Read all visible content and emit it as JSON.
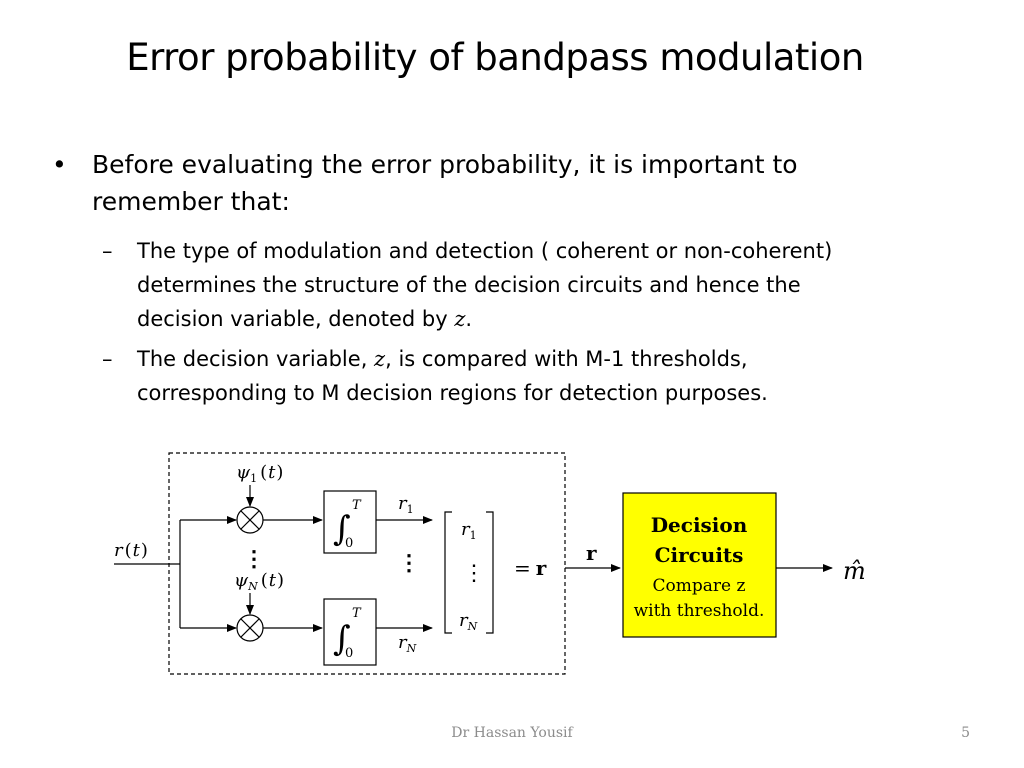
{
  "slide": {
    "title": "Error probability of bandpass modulation",
    "bullet_main": {
      "marker": "•",
      "text": "Before evaluating the error probability, it is important to remember that:"
    },
    "sub_bullets": [
      {
        "marker": "–",
        "text_before": "The type of modulation and detection ( coherent or non-coherent) determines the structure of the decision circuits and hence the decision variable, denoted by ",
        "var": "z",
        "text_after": "."
      },
      {
        "marker": "–",
        "text_before": "The decision variable,  ",
        "var": "z",
        "text_after": ",  is compared with M-1 thresholds, corresponding to M decision regions for detection purposes."
      }
    ],
    "footer_author": "Dr Hassan Yousif",
    "page_number": "5"
  },
  "diagram": {
    "input": {
      "sym": "r",
      "paren_open": "(",
      "arg": "t",
      "paren_close": ")"
    },
    "basis_top": {
      "sym": "ψ",
      "sub": "1",
      "paren_open": "(",
      "arg": "t",
      "paren_close": ")"
    },
    "basis_bottom": {
      "sym": "ψ",
      "sub": "N",
      "paren_open": "(",
      "arg": "t",
      "paren_close": ")"
    },
    "integrator": {
      "symbol": "∫",
      "upper": "T",
      "lower": "0"
    },
    "outputs": {
      "top_sym": "r",
      "top_sub": "1",
      "bottom_sym": "r",
      "bottom_sub": "N"
    },
    "vector": {
      "top_sym": "r",
      "top_sub": "1",
      "bottom_sym": "r",
      "bottom_sub": "N",
      "equals": "=",
      "bold_r": "r"
    },
    "arrow_label": "r",
    "decision_box": {
      "line1": "Decision",
      "line2": "Circuits",
      "line3": "Compare z",
      "line4": "with threshold.",
      "fill": "#ffff00"
    },
    "output_hat": "m̂",
    "dots": "⋮"
  }
}
